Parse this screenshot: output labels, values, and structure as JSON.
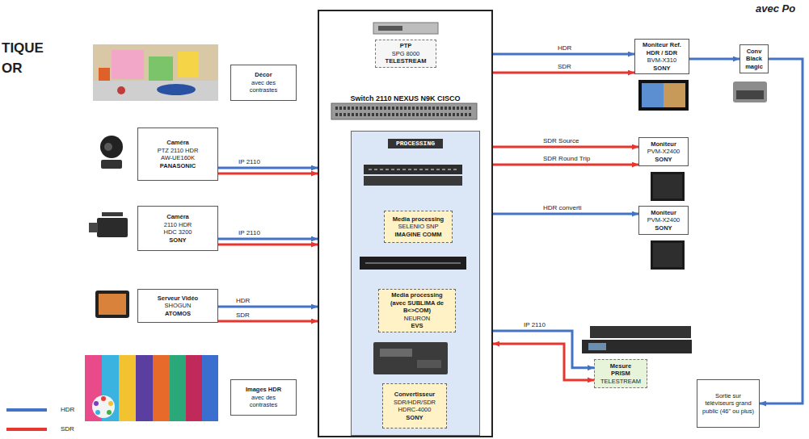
{
  "diagram": {
    "nodes": [
      {
        "text": [
          "Décor",
          "avec des contrastes"
        ]
      },
      {
        "text": [
          "Caméra",
          "PTZ 2110 HDR",
          "AW-UE160K",
          "PANASONIC"
        ]
      },
      {
        "text": [
          "Caméra",
          "2110 HDR",
          "HDC 3200",
          "SONY"
        ]
      },
      {
        "text": [
          "Serveur Vidéo",
          "SHOGUN",
          "ATOMOS"
        ]
      },
      {
        "text": [
          "Images HDR",
          "avec des contrastes"
        ]
      },
      {
        "text": [
          "Switch 2110 NEXUS N9K CISCO"
        ]
      },
      {
        "text": [
          "PTP",
          "SPG 8000",
          "TELESTREAM"
        ],
        "in": 5
      },
      {
        "text": [
          "PROCESSING"
        ],
        "in": 5
      },
      {
        "text": [
          "Media processing",
          "SELENIO SNP",
          "IMAGINE COMM"
        ],
        "in": 7
      },
      {
        "text": [
          "Media processing",
          "(avec SUBLIMA de B<>COM)",
          "NEURON",
          "EVS"
        ],
        "in": 7
      },
      {
        "text": [
          "Convertisseur",
          "SDR/HDR/SDR",
          "HDRC-4000",
          "SONY"
        ],
        "in": 7
      },
      {
        "text": [
          "Moniteur Ref.",
          "HDR / SDR",
          "BVM-X310",
          "SONY"
        ]
      },
      {
        "text": [
          "Conv",
          "Black magic"
        ]
      },
      {
        "text": [
          "Moniteur",
          "PVM-X2400",
          "SONY"
        ]
      },
      {
        "text": [
          "Moniteur",
          "PVM-X2400",
          "SONY"
        ]
      },
      {
        "text": [
          "Mesure",
          "PRISM",
          "TELESTREAM"
        ]
      },
      {
        "text": [
          "Sortie sur téléviseurs grand public (46\" ou plus)"
        ]
      }
    ],
    "edges": [
      {
        "from": 1,
        "to": 5,
        "arrow": "to",
        "label": "IP 2110"
      },
      {
        "from": 1,
        "to": 5,
        "arrow": "to"
      },
      {
        "from": 2,
        "to": 5,
        "arrow": "to",
        "label": "IP 2110"
      },
      {
        "from": 2,
        "to": 5,
        "arrow": "to"
      },
      {
        "from": 3,
        "to": 5,
        "arrow": "to",
        "label": "HDR"
      },
      {
        "from": 3,
        "to": 5,
        "arrow": "to",
        "label": "SDR"
      },
      {
        "from": 5,
        "to": 11,
        "arrow": "to",
        "label": "HDR"
      },
      {
        "from": 5,
        "to": 11,
        "arrow": "to",
        "label": "SDR"
      },
      {
        "from": 5,
        "to": 13,
        "arrow": "to",
        "label": "SDR Source"
      },
      {
        "from": 5,
        "to": 13,
        "arrow": "to",
        "label": "SDR Round Trip"
      },
      {
        "from": 5,
        "to": 14,
        "arrow": "to",
        "label": "HDR converti"
      },
      {
        "from": 5,
        "to": 15,
        "arrow": "to",
        "label": "IP 2110"
      },
      {
        "from": 5,
        "to": 15,
        "arrow": "both"
      },
      {
        "from": 11,
        "to": 12,
        "arrow": "to"
      },
      {
        "from": 12,
        "to": 16,
        "arrow": "to"
      }
    ],
    "labels": [
      "TIQUE",
      "OR",
      "avec Po"
    ],
    "legend": [
      {
        "text": "HDR",
        "color": "#4472c4"
      },
      {
        "text": "SDR",
        "color": "#e8352e"
      }
    ]
  }
}
